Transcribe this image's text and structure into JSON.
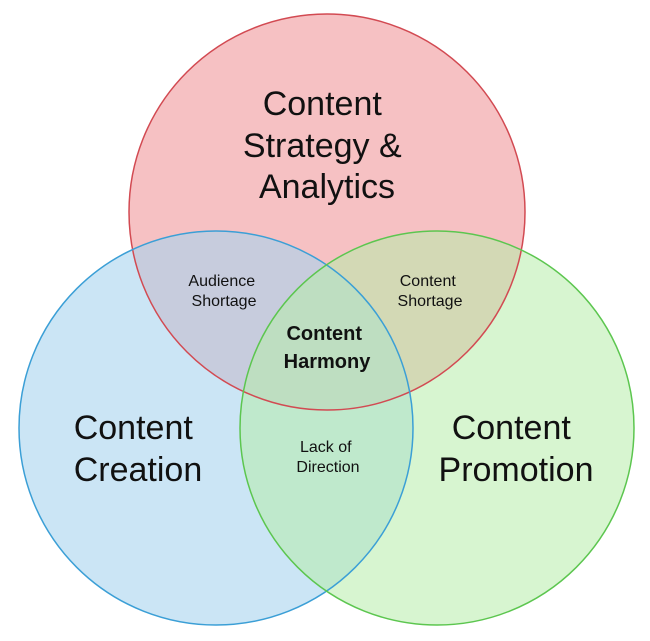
{
  "sets": {
    "top": {
      "lines": [
        "Content",
        "Strategy &",
        "Analytics"
      ],
      "fill": "#f2a7aa",
      "stroke": "#d24a52"
    },
    "left": {
      "lines": [
        "Content",
        "Creation"
      ],
      "fill": "#a9d3ef",
      "stroke": "#3b9fd6"
    },
    "right": {
      "lines": [
        "Content",
        "Promotion"
      ],
      "fill": "#b6ecaa",
      "stroke": "#5cc64f"
    }
  },
  "intersections": {
    "top_left": {
      "lines": [
        "Audience",
        "Shortage"
      ]
    },
    "top_right": {
      "lines": [
        "Content",
        "Shortage"
      ]
    },
    "left_right": {
      "lines": [
        "Lack of",
        "Direction"
      ]
    },
    "center": {
      "lines": [
        "Content",
        "Harmony"
      ]
    }
  }
}
